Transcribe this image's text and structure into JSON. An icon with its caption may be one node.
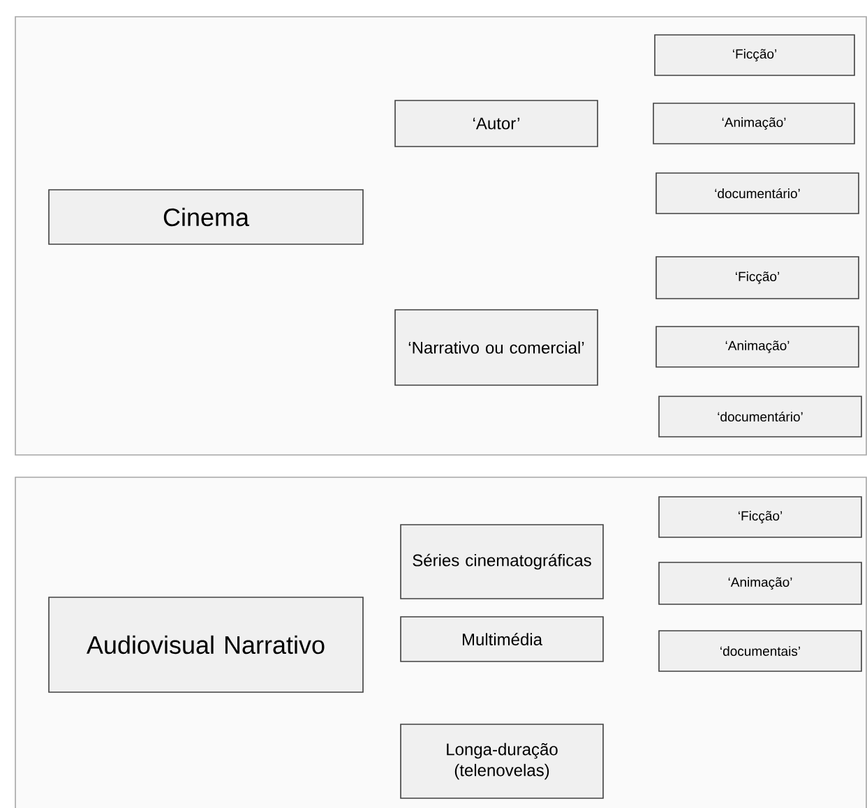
{
  "diagram": {
    "nodes": [
      {
        "text": [
          "Cinema"
        ]
      },
      {
        "text": [
          "‘Autor’"
        ]
      },
      {
        "text": [
          "‘Ficção’"
        ]
      },
      {
        "text": [
          "‘Animação’"
        ]
      },
      {
        "text": [
          "‘documentário’"
        ]
      },
      {
        "text": [
          "‘Narrativo ou comercial’"
        ]
      },
      {
        "text": [
          "‘Ficção’"
        ]
      },
      {
        "text": [
          "‘Animação’"
        ]
      },
      {
        "text": [
          "‘documentário’"
        ]
      },
      {
        "text": [
          "Audiovisual Narrativo"
        ]
      },
      {
        "text": [
          "Séries cinematográficas"
        ]
      },
      {
        "text": [
          "Multimédia"
        ]
      },
      {
        "text": [
          "Longa-duração (telenovelas)"
        ]
      },
      {
        "text": [
          "‘Ficção’"
        ]
      },
      {
        "text": [
          "‘Animação’"
        ]
      },
      {
        "text": [
          "‘documentais’"
        ]
      }
    ]
  }
}
